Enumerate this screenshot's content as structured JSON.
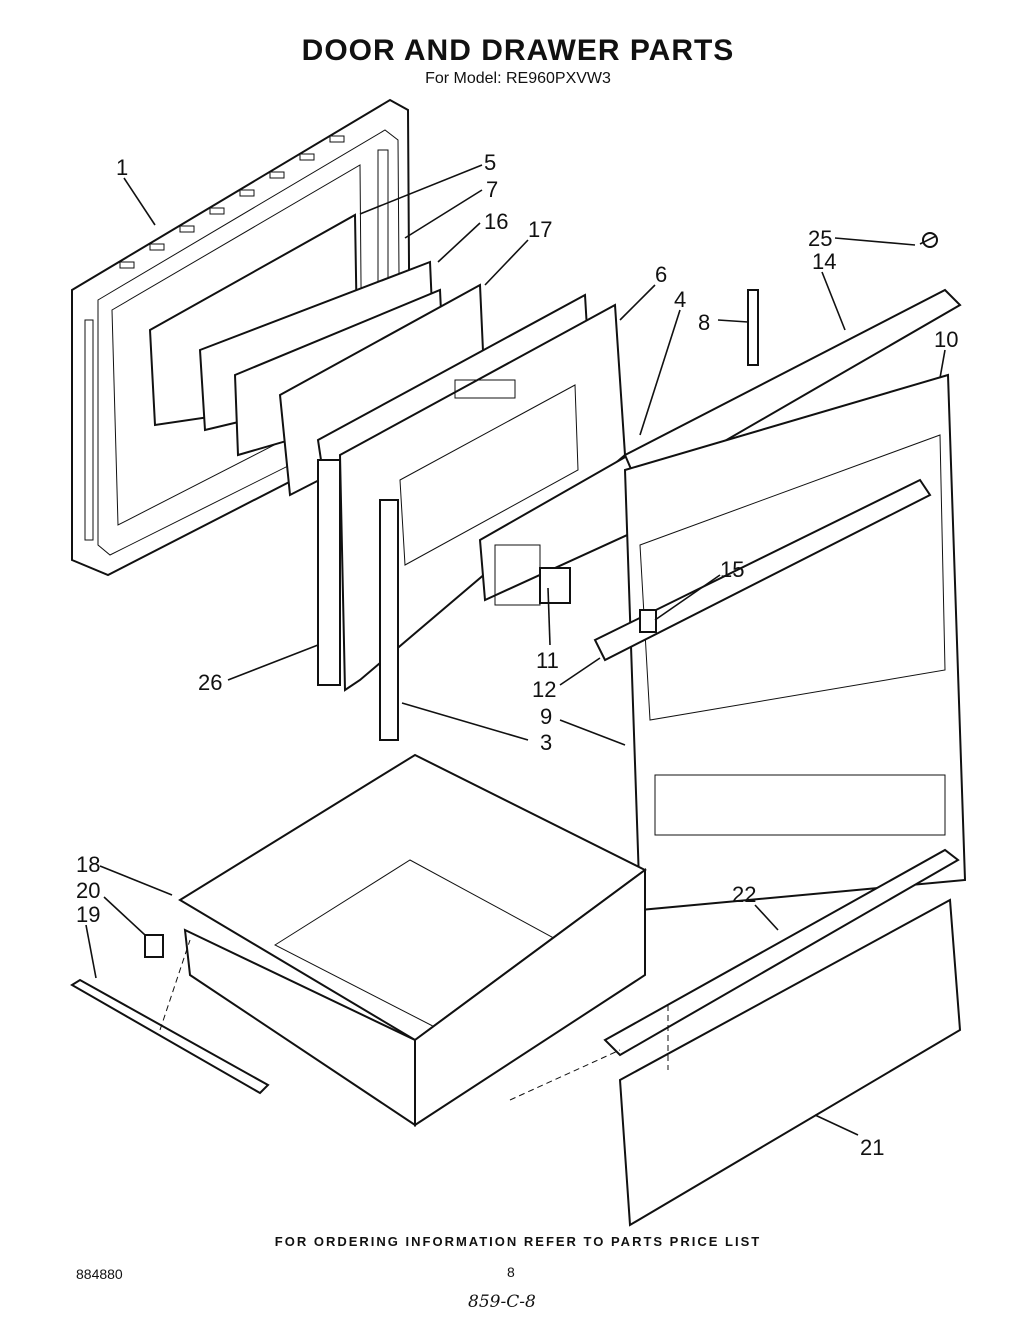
{
  "header": {
    "title": "DOOR AND DRAWER PARTS",
    "subtitle": "For Model: RE960PXVW3"
  },
  "callouts": {
    "c1": "1",
    "c3": "3",
    "c4": "4",
    "c5": "5",
    "c6": "6",
    "c7": "7",
    "c8": "8",
    "c9": "9",
    "c10": "10",
    "c11": "11",
    "c12": "12",
    "c14": "14",
    "c15": "15",
    "c16": "16",
    "c17": "17",
    "c18": "18",
    "c19": "19",
    "c20": "20",
    "c21": "21",
    "c22": "22",
    "c25": "25",
    "c26": "26"
  },
  "footer": {
    "note": "FOR ORDERING INFORMATION REFER TO PARTS PRICE LIST",
    "doc_number": "884880",
    "page": "8",
    "handwritten": "859-C-8"
  }
}
